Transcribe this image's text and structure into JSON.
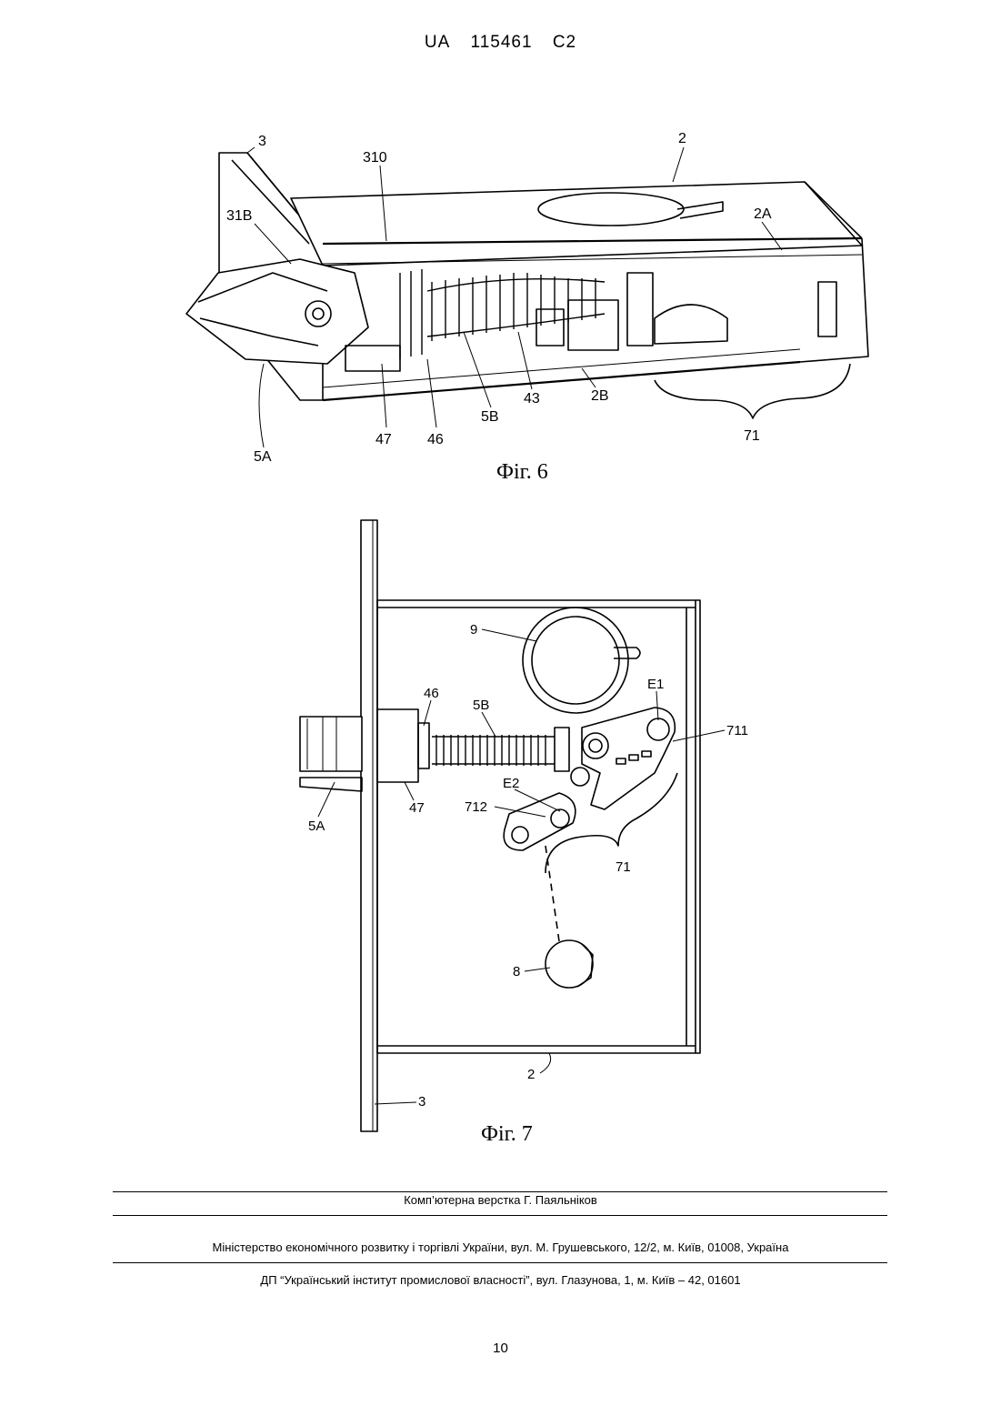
{
  "header": {
    "country": "UA",
    "number": "115461",
    "kind": "C2"
  },
  "fig6": {
    "caption": "Фіг. 6",
    "labels": {
      "l3": "3",
      "l310": "310",
      "l2": "2",
      "l31B": "31B",
      "l2A": "2A",
      "l5A": "5A",
      "l47": "47",
      "l46": "46",
      "l5B": "5B",
      "l43": "43",
      "l2B": "2B",
      "l71": "71"
    }
  },
  "fig7": {
    "caption": "Фіг. 7",
    "labels": {
      "l9": "9",
      "lE1": "E1",
      "l711": "711",
      "l46": "46",
      "l5B": "5B",
      "lE2": "E2",
      "l712": "712",
      "l47": "47",
      "l5A": "5A",
      "l71": "71",
      "l8": "8",
      "l2": "2",
      "l3": "3"
    }
  },
  "footer": {
    "layout": "Комп’ютерна верстка Г. Паяльніков",
    "ministry": "Міністерство економічного розвитку і торгівлі України, вул. М. Грушевського, 12/2, м. Київ, 01008, Україна",
    "institute": "ДП “Український інститут промислової власності”, вул. Глазунова, 1, м. Київ – 42, 01601"
  },
  "page_number": "10"
}
